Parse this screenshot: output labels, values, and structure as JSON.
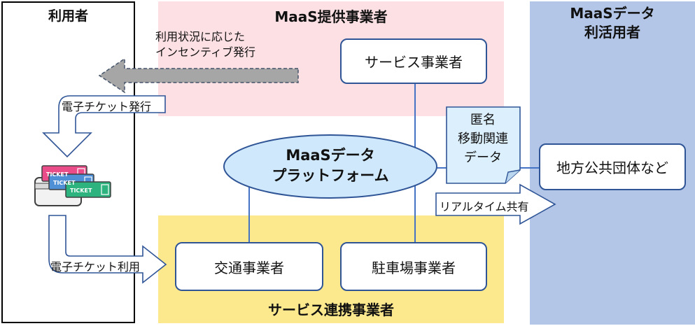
{
  "regions": {
    "user": "利用者",
    "provider": "MaaS提供事業者",
    "data_user_line1": "MaaSデータ",
    "data_user_line2": "利活用者",
    "partner": "サービス連携事業者"
  },
  "nodes": {
    "service_provider": "サービス事業者",
    "platform_line1": "MaaSデータ",
    "platform_line2": "プラットフォーム",
    "local_gov": "地方公共団体など",
    "transport": "交通事業者",
    "parking": "駐車場事業者"
  },
  "labels": {
    "incentive_line1": "利用状況に応じた",
    "incentive_line2": "インセンティブ発行",
    "ticket_issue": "電子チケット発行",
    "ticket_use": "電子チケット利用",
    "anon_line1": "匿名",
    "anon_line2": "移動関連",
    "anon_line3": "データ",
    "realtime": "リアルタイム共有"
  },
  "ticket_texts": [
    "TICKET",
    "TICKET",
    "TICKET"
  ],
  "colors": {
    "provider_bg": "#fde0e4",
    "partner_bg": "#fde98d",
    "data_user_bg": "#b4c6e7",
    "box_border": "#2f5597",
    "ellipse_fill": "#cfe8fb",
    "arrow_grey": "#a6a6a6"
  }
}
